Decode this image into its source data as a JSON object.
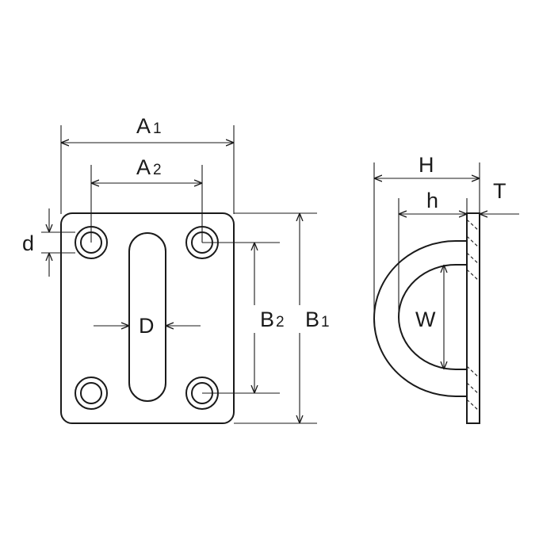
{
  "labels": {
    "a1": {
      "main": "A",
      "sub": "1"
    },
    "a2": {
      "main": "A",
      "sub": "2"
    },
    "b1": {
      "main": "B",
      "sub": "1"
    },
    "b2": {
      "main": "B",
      "sub": "2"
    },
    "d_small": "d",
    "d_large": "D",
    "h_large": "H",
    "h_small": "h",
    "t": "T",
    "w": "W"
  }
}
